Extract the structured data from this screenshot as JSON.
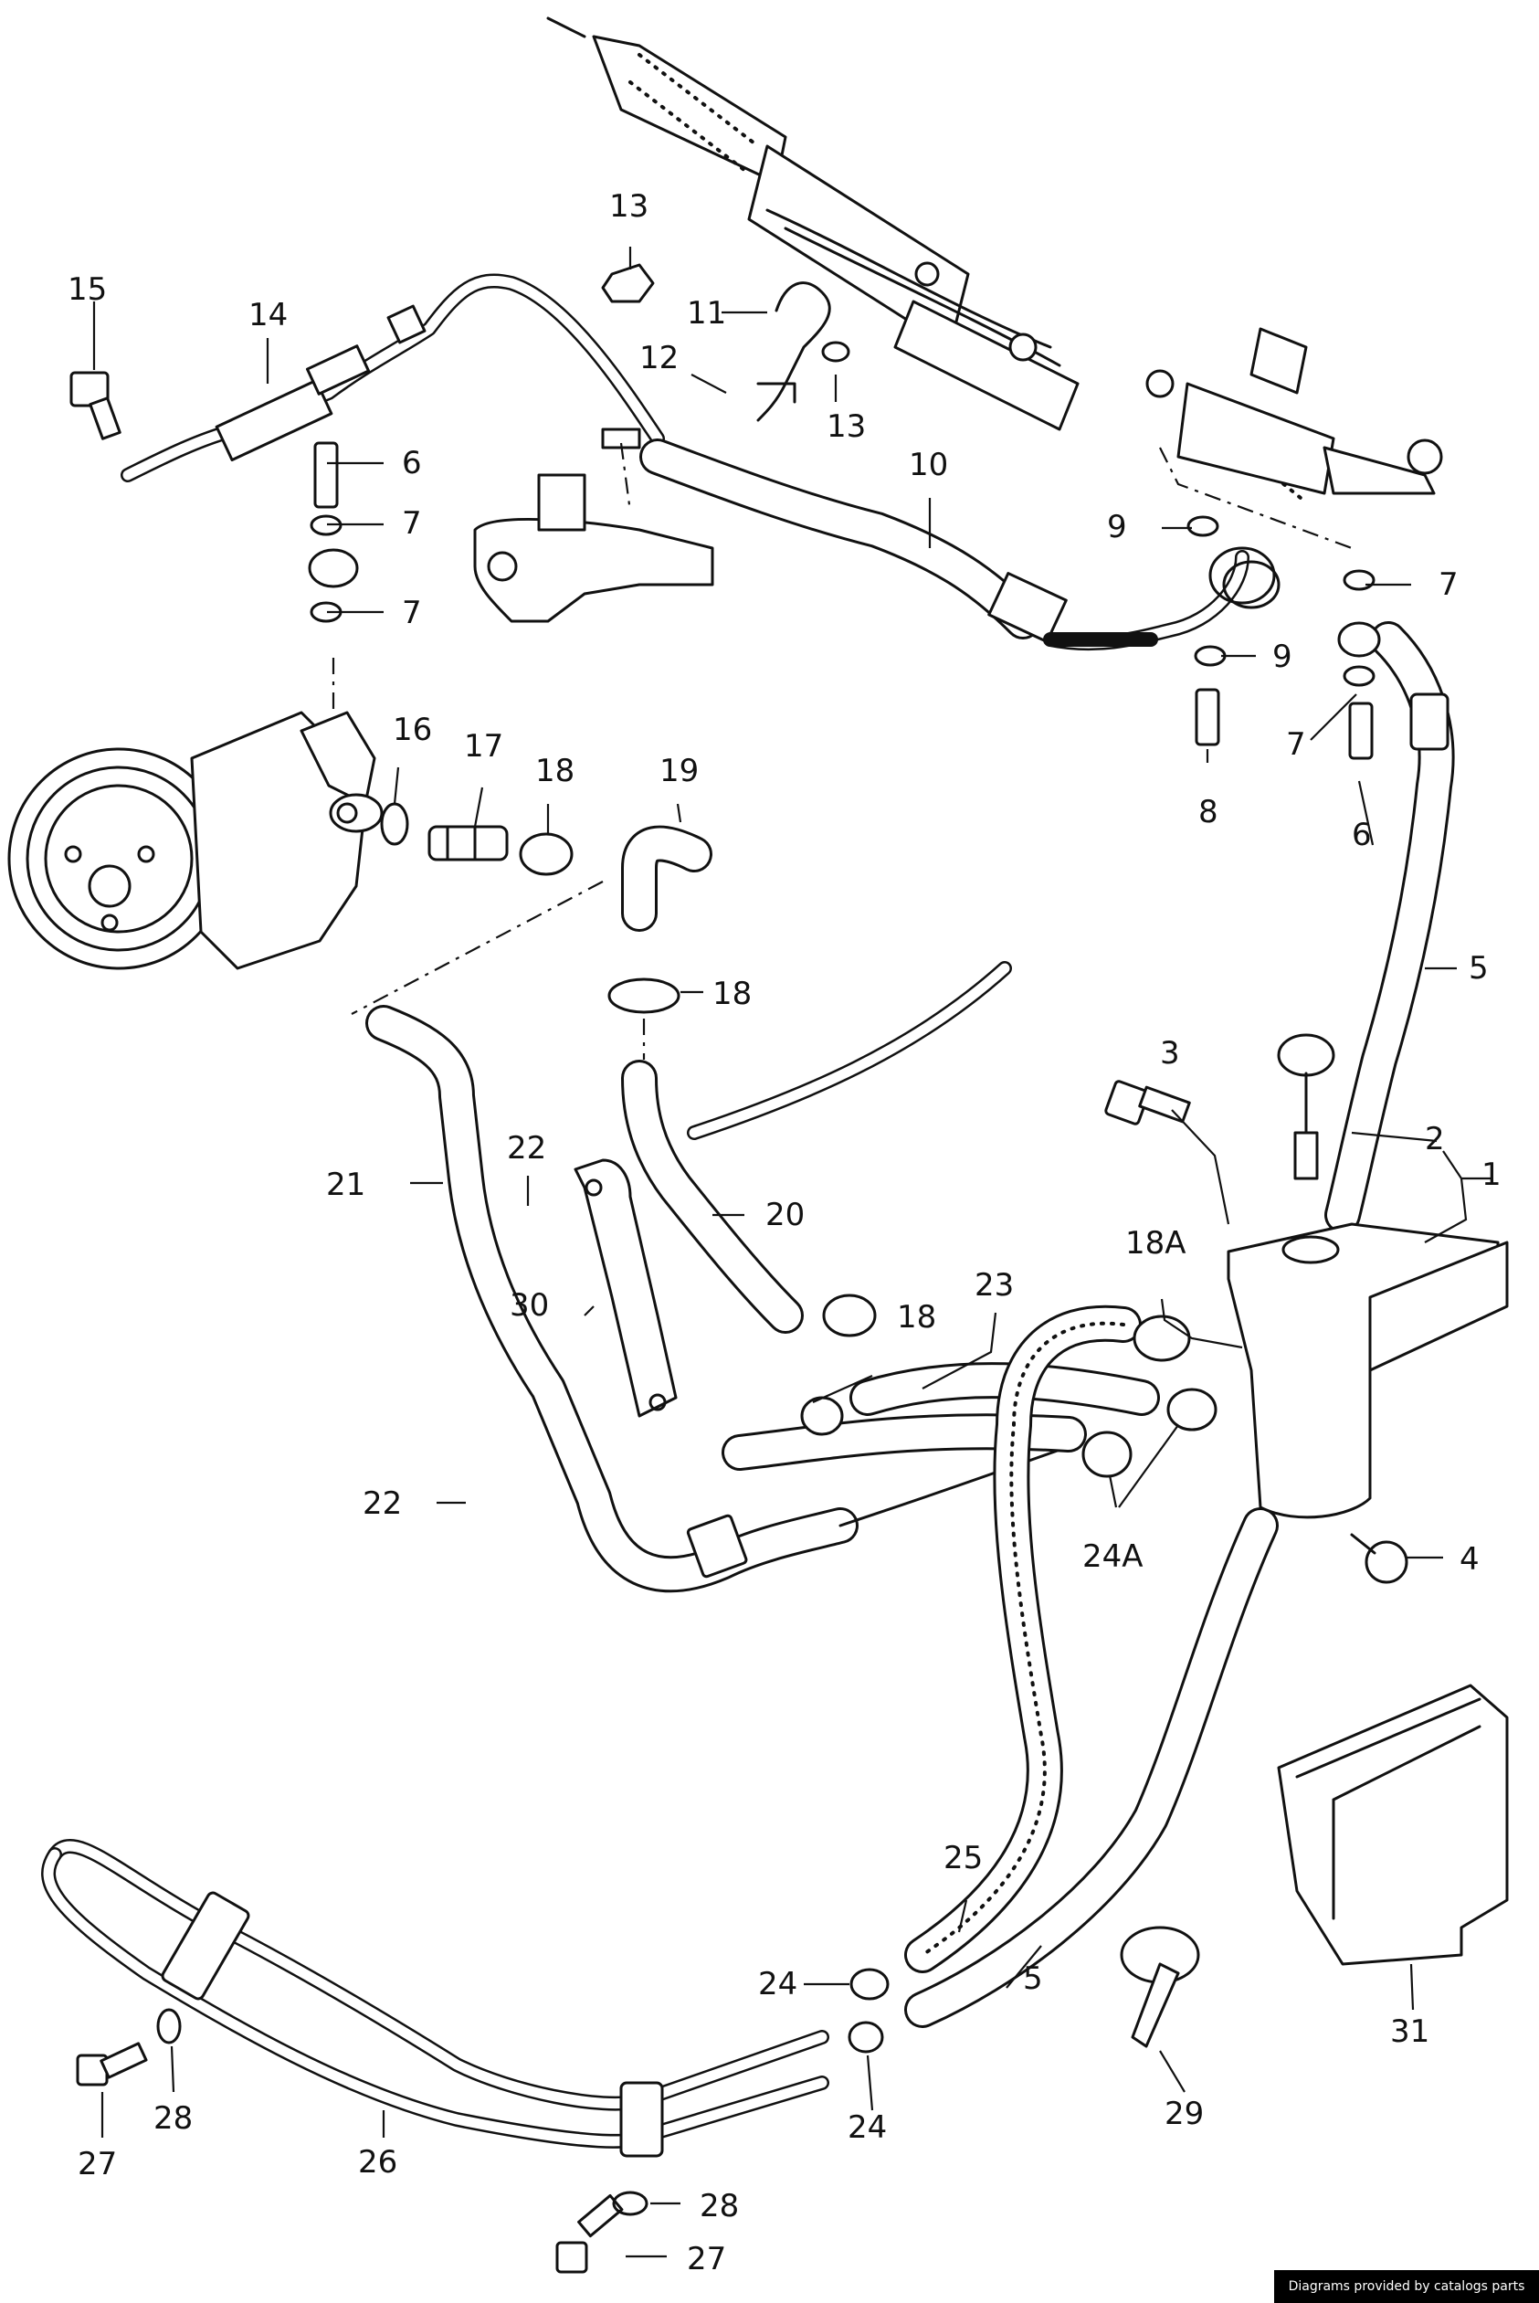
{
  "credit": "Diagrams provided by catalogs parts",
  "callouts": [
    {
      "id": "c1",
      "text": "1"
    },
    {
      "id": "c2",
      "text": "2"
    },
    {
      "id": "c3",
      "text": "3"
    },
    {
      "id": "c4",
      "text": "4"
    },
    {
      "id": "c5a",
      "text": "5"
    },
    {
      "id": "c5b",
      "text": "5"
    },
    {
      "id": "c6a",
      "text": "6"
    },
    {
      "id": "c6b",
      "text": "6"
    },
    {
      "id": "c7a",
      "text": "7"
    },
    {
      "id": "c7b",
      "text": "7"
    },
    {
      "id": "c7c",
      "text": "7"
    },
    {
      "id": "c7d",
      "text": "7"
    },
    {
      "id": "c8",
      "text": "8"
    },
    {
      "id": "c9a",
      "text": "9"
    },
    {
      "id": "c9b",
      "text": "9"
    },
    {
      "id": "c10",
      "text": "10"
    },
    {
      "id": "c11",
      "text": "11"
    },
    {
      "id": "c12",
      "text": "12"
    },
    {
      "id": "c13a",
      "text": "13"
    },
    {
      "id": "c13b",
      "text": "13"
    },
    {
      "id": "c14",
      "text": "14"
    },
    {
      "id": "c15",
      "text": "15"
    },
    {
      "id": "c16",
      "text": "16"
    },
    {
      "id": "c17",
      "text": "17"
    },
    {
      "id": "c18a",
      "text": "18"
    },
    {
      "id": "c18b",
      "text": "18"
    },
    {
      "id": "c18c",
      "text": "18"
    },
    {
      "id": "c18A",
      "text": "18A"
    },
    {
      "id": "c19",
      "text": "19"
    },
    {
      "id": "c20",
      "text": "20"
    },
    {
      "id": "c21",
      "text": "21"
    },
    {
      "id": "c22a",
      "text": "22"
    },
    {
      "id": "c22b",
      "text": "22"
    },
    {
      "id": "c23",
      "text": "23"
    },
    {
      "id": "c24a",
      "text": "24"
    },
    {
      "id": "c24b",
      "text": "24"
    },
    {
      "id": "c24A",
      "text": "24A"
    },
    {
      "id": "c25",
      "text": "25"
    },
    {
      "id": "c26",
      "text": "26"
    },
    {
      "id": "c27a",
      "text": "27"
    },
    {
      "id": "c27b",
      "text": "27"
    },
    {
      "id": "c28a",
      "text": "28"
    },
    {
      "id": "c28b",
      "text": "28"
    },
    {
      "id": "c29",
      "text": "29"
    },
    {
      "id": "c30",
      "text": "30"
    },
    {
      "id": "c31",
      "text": "31"
    }
  ]
}
